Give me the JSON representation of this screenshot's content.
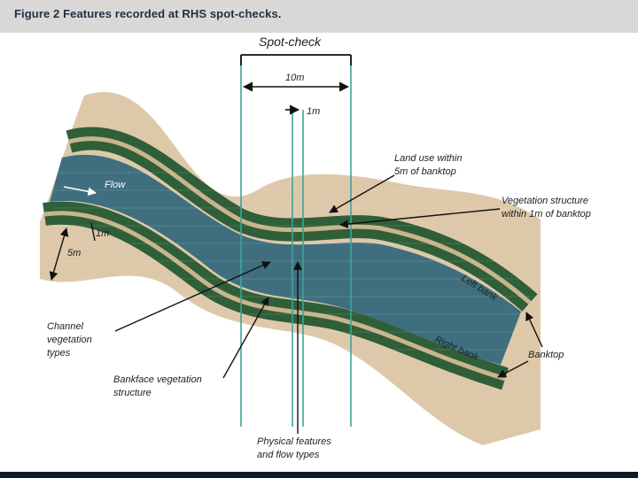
{
  "figure": {
    "title": "Figure 2  Features recorded at RHS spot-checks."
  },
  "labels": {
    "spot_check": "Spot-check",
    "ten_m": "10m",
    "one_m_top": "1m",
    "flow": "Flow",
    "one_m_left": "1m",
    "five_m": "5m",
    "land_use_line1": "Land use within",
    "land_use_line2": "5m of banktop",
    "veg_structure_line1": "Vegetation structure",
    "veg_structure_line2": "within 1m of banktop",
    "left_bank": "Left bank",
    "right_bank": "Right bank",
    "banktop": "Banktop",
    "channel_veg_line1": "Channel",
    "channel_veg_line2": "vegetation",
    "channel_veg_line3": "types",
    "bankface_line1": "Bankface vegetation",
    "bankface_line2": "structure",
    "physical_line1": "Physical features",
    "physical_line2": "and flow types"
  },
  "colors": {
    "land": "#ddc9a9",
    "water": "#3f6f7f",
    "bank_veg": "#2f5f39",
    "banktop_band": "#c8b48e",
    "guide_line": "#3fa39a",
    "header_text": "#1f2f44"
  }
}
